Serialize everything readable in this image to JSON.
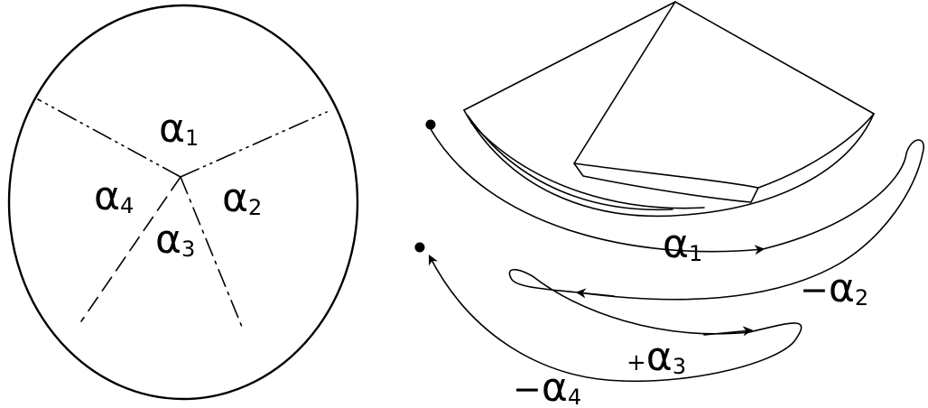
{
  "left_diagram": {
    "regions": [
      {
        "letter": "α",
        "index": "1"
      },
      {
        "letter": "α",
        "index": "2"
      },
      {
        "letter": "α",
        "index": "3"
      },
      {
        "letter": "α",
        "index": "4"
      }
    ]
  },
  "right_diagram": {
    "paths": [
      {
        "sign": "",
        "letter": "α",
        "index": "1"
      },
      {
        "sign": "−",
        "letter": "α",
        "index": "2"
      },
      {
        "sign": "+",
        "letter": "α",
        "index": "3"
      },
      {
        "sign": "−",
        "letter": "α",
        "index": "4"
      }
    ]
  }
}
